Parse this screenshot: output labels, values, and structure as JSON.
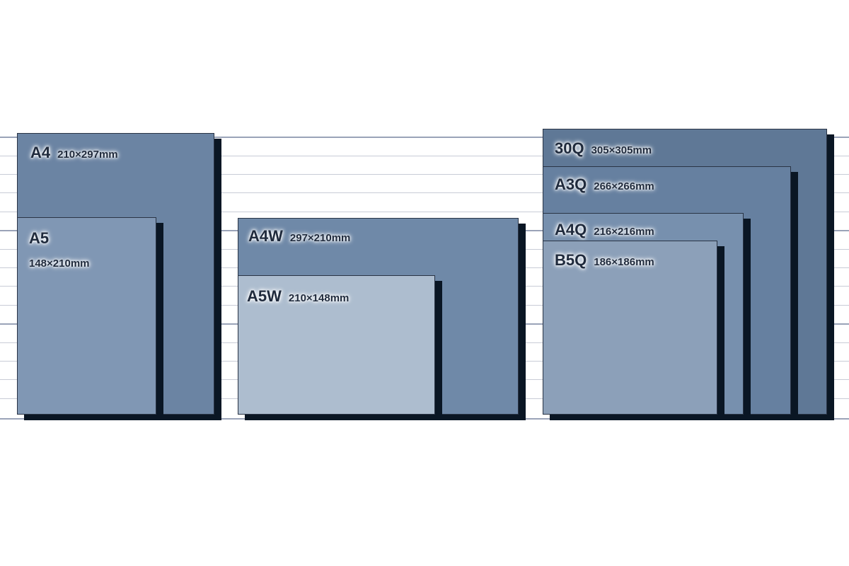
{
  "sheets": {
    "a4": {
      "name": "A4",
      "dims": "210×297mm"
    },
    "a5": {
      "name": "A5",
      "dims": "148×210mm"
    },
    "a4w": {
      "name": "A4W",
      "dims": "297×210mm"
    },
    "a5w": {
      "name": "A5W",
      "dims": "210×148mm"
    },
    "q30": {
      "name": "30Q",
      "dims": "305×305mm"
    },
    "a3q": {
      "name": "A3Q",
      "dims": "266×266mm"
    },
    "a4q": {
      "name": "A4Q",
      "dims": "216×216mm"
    },
    "b5q": {
      "name": "B5Q",
      "dims": "186×186mm"
    }
  },
  "colors": {
    "a4": "#6b84a3",
    "a5": "#8097b4",
    "a4w": "#6f89a8",
    "a5w": "#adbdcf",
    "q30": "#5f7896",
    "a3q": "#6680a0",
    "a4q": "#7790ae",
    "b5q": "#8ca0b9"
  }
}
